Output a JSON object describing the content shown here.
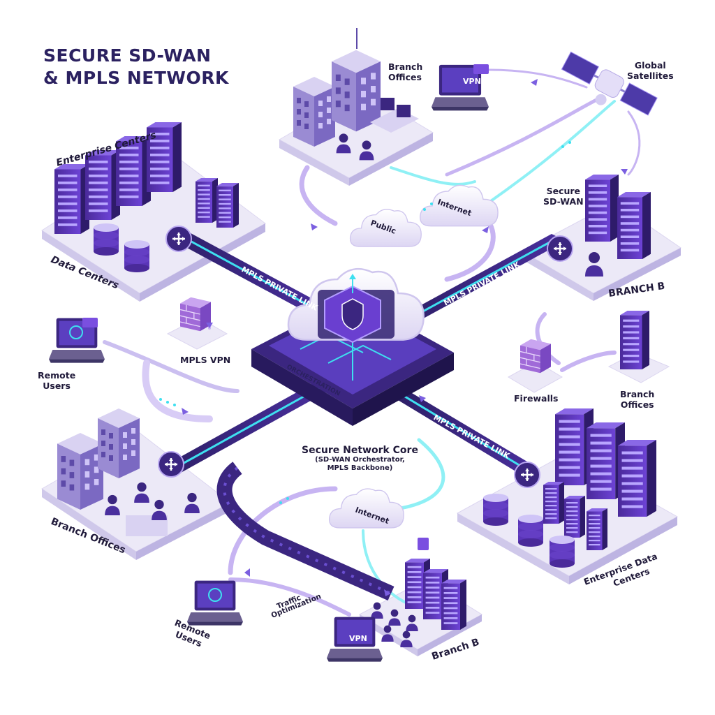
{
  "title_line1": "SECURE SD-WAN",
  "title_line2": "& MPLS NETWORK",
  "labels": {
    "branch_offices_top": [
      "Branch",
      "Offices"
    ],
    "global_satellites": [
      "Global",
      "Satellites"
    ],
    "enterprise_centers": "Enterprise Centers",
    "secure_sdwan": [
      "Secure",
      "SD-WAN"
    ],
    "internet_top": "Internet",
    "public": "Public",
    "data_centers": "Data Centers",
    "branch_b_right": "BRANCH B",
    "mpls_private_link": "MPLS PRIVATE LINK",
    "orchestration": "ORCHESTRATION",
    "mpls_vpn": "MPLS VPN",
    "remote_users_left": [
      "Remote",
      "Users"
    ],
    "firewalls": "Firewalls",
    "branch_offices_right": [
      "Branch",
      "Offices"
    ],
    "core_title": "Secure Network Core",
    "core_sub": [
      "(SD-WAN Orchestrator,",
      "MPLS Backbone)"
    ],
    "branch_offices_bottom_left": "Branch Offices",
    "internet_bottom": "Internet",
    "enterprise_data_centers": [
      "Enterprise Data",
      "Centers"
    ],
    "traffic_optimization": [
      "Traffic",
      "Optimization"
    ],
    "remote_users_bottom": [
      "Remote",
      "Users"
    ],
    "branch_b_bottom": "Branch B",
    "vpn": "VPN"
  },
  "colors": {
    "title": "#2b2160",
    "purple_dark": "#3b2680",
    "purple": "#6a3fd0",
    "lavender": "#cbbff0",
    "cyan": "#3ee0f0",
    "platform": "#ece9f7"
  },
  "icons": [
    "server-rack-icon",
    "database-icon",
    "router-icon",
    "cloud-icon",
    "laptop-icon",
    "satellite-icon",
    "firewall-icon",
    "user-icon",
    "building-icon",
    "shield-icon"
  ]
}
